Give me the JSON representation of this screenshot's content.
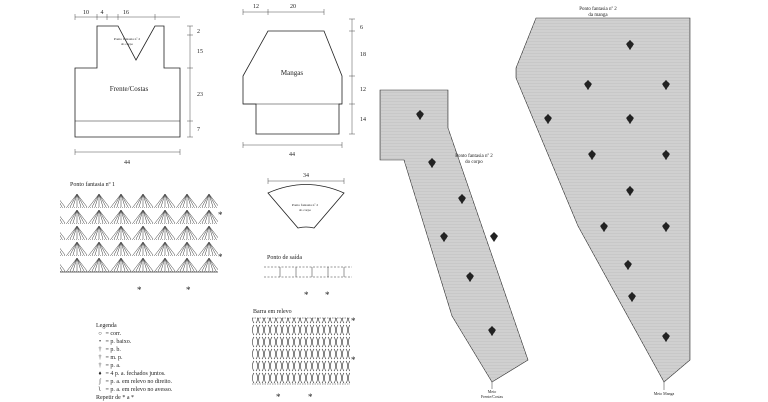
{
  "front_back": {
    "label": "Frente/Costas",
    "inner_label_1": "Ponto fantasia nº 2",
    "inner_label_2": "do corpo",
    "top_dims": [
      "10",
      "4",
      "16"
    ],
    "side_dims": [
      "2",
      "15",
      "23",
      "7"
    ],
    "bottom_dim": "44"
  },
  "sleeves": {
    "label": "Mangas",
    "top_dims": [
      "12",
      "20"
    ],
    "side_dims": [
      "6",
      "18",
      "12",
      "14"
    ],
    "bottom_dim": "44"
  },
  "collar": {
    "top_dim": "34",
    "inner_label_1": "Ponto fantasia nº 2",
    "inner_label_2": "do corpo"
  },
  "stitch_1": {
    "title": "Ponto fantasia nº 1"
  },
  "stitch_exit": {
    "title": "Ponto de saída"
  },
  "relief_bar": {
    "title": "Barra em relevo"
  },
  "body_chart": {
    "title_1": "Ponto fantasia nº 2",
    "title_2": "do corpo",
    "bottom_1": "Meio",
    "bottom_2": "Frente/Costas"
  },
  "sleeve_chart": {
    "title_1": "Ponto fantasia nº 2",
    "title_2": "da manga",
    "bottom": "Meio Manga"
  },
  "legend": {
    "title": "Legenda",
    "items": [
      {
        "sym": "○",
        "text": "= corr."
      },
      {
        "sym": "•",
        "text": "= p. baixo."
      },
      {
        "sym": "†",
        "text": "= p. b."
      },
      {
        "sym": "†",
        "text": "= m. p."
      },
      {
        "sym": "†",
        "text": "= p. a."
      },
      {
        "sym": "♦",
        "text": "= 4 p. a. fechados juntos."
      },
      {
        "sym": "ʃ",
        "text": "= p. a. em relevo no direito."
      },
      {
        "sym": "ʅ",
        "text": "= p. a. em relevo no avesso."
      }
    ],
    "repeat": "Repetir de * a *"
  },
  "colors": {
    "line": "#222222",
    "background": "#ffffff"
  }
}
